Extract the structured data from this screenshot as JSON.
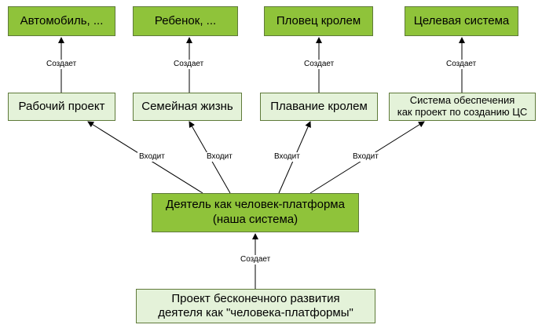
{
  "colors": {
    "accent_dark": "#8fc33a",
    "accent_light": "#e4f2d9",
    "border": "#5f7a3a"
  },
  "nodes": {
    "car": "Автомобиль, ...",
    "child": "Ребенок, ...",
    "swimmer": "Пловец кролем",
    "target_system": "Целевая система",
    "work_project": "Рабочий проект",
    "family_life": "Семейная жизнь",
    "crawl_swimming": "Плавание кролем",
    "support_system": "Система обеспечения\nкак проект по созданию ЦС",
    "platform": "Деятель как человек-платформа\n(наша система)",
    "infinite_project": "Проект бесконечного развития\nдеятеля как \"человека-платформы\""
  },
  "edge_labels": {
    "creates": "Создает",
    "includes": "Входит"
  }
}
